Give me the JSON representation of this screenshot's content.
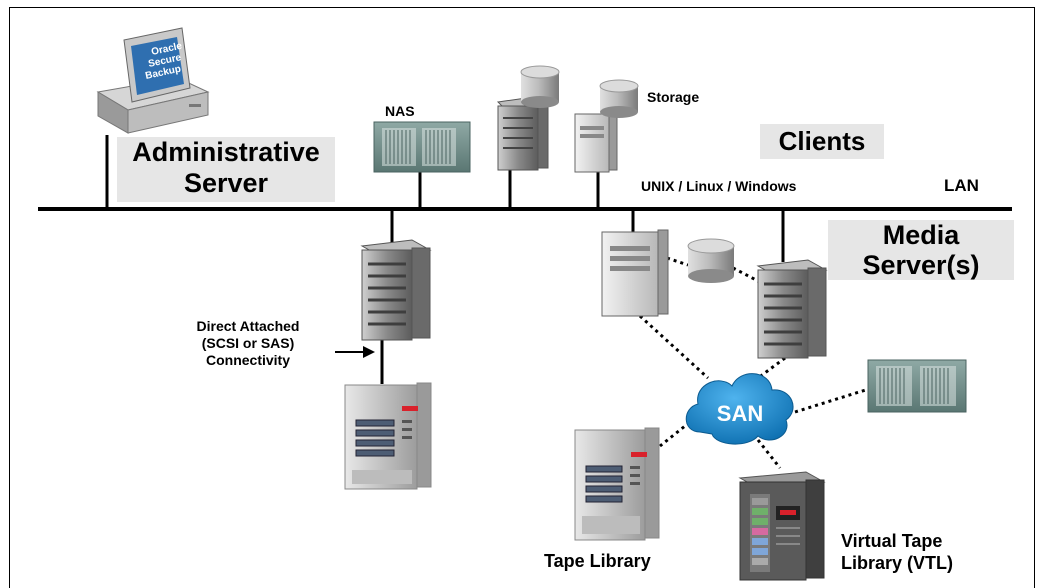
{
  "labels": {
    "admin_server_line1": "Administrative",
    "admin_server_line2": "Server",
    "monitor_text_line1": "Oracle",
    "monitor_text_line2": "Secure",
    "monitor_text_line3": "Backup",
    "nas": "NAS",
    "storage": "Storage",
    "clients": "Clients",
    "client_platforms": "UNIX / Linux / Windows",
    "lan": "LAN",
    "media_servers_line1": "Media",
    "media_servers_line2": "Server(s)",
    "direct_attached_line1": "Direct Attached",
    "direct_attached_line2": "(SCSI or SAS)",
    "direct_attached_line3": "Connectivity",
    "san": "SAN",
    "tape_library": "Tape Library",
    "vtl_line1": "Virtual Tape",
    "vtl_line2": "Library (VTL)"
  },
  "colors": {
    "label_box": "#e6e6e6",
    "san_cloud": "#1a86c8",
    "nas_panel": "#6f8f8b",
    "monitor_screen": "#2f6fb0"
  }
}
